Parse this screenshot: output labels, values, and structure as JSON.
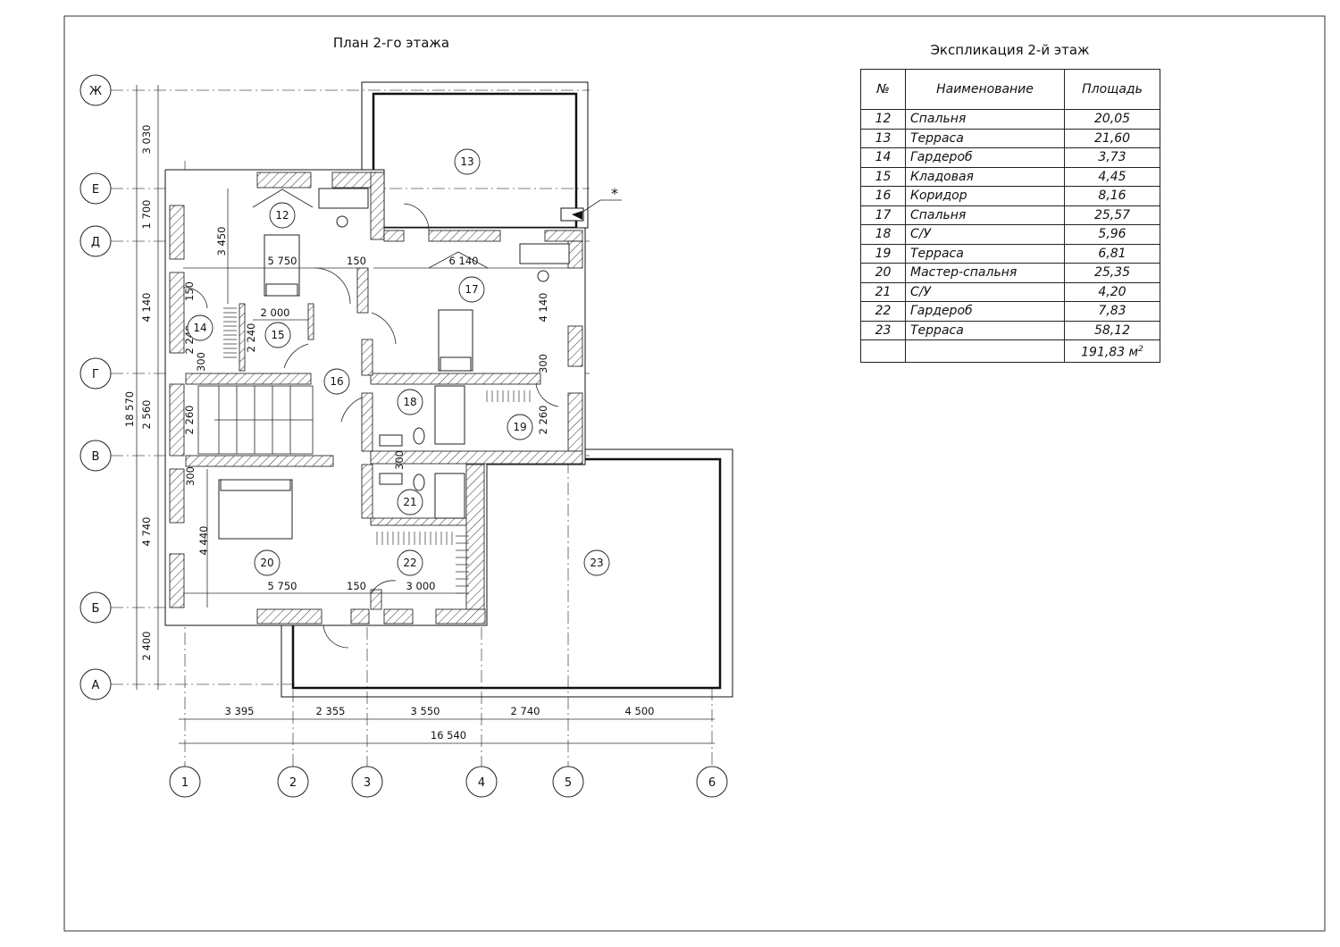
{
  "plan_title": "План 2-го этажа",
  "axes_letters": [
    "Ж",
    "Е",
    "Д",
    "Г",
    "В",
    "Б",
    "А"
  ],
  "axes_numbers": [
    "1",
    "2",
    "3",
    "4",
    "5",
    "6"
  ],
  "left_dims": [
    "3 030",
    "1 700",
    "4 140",
    "2 560",
    "4 740",
    "2 400"
  ],
  "left_total": "18 570",
  "bottom_dims": [
    "3 395",
    "2 355",
    "3 550",
    "2 740",
    "4 500"
  ],
  "bottom_total": "16 540",
  "rooms": [
    "12",
    "13",
    "14",
    "15",
    "16",
    "17",
    "18",
    "19",
    "20",
    "21",
    "22",
    "23"
  ],
  "inner_dims": {
    "d5750a": "5 750",
    "d150a": "150",
    "d6140": "6 140",
    "d3450": "3 450",
    "d4140": "4 140",
    "d2000": "2 000",
    "d2240a": "2 240",
    "d2240b": "2 240",
    "d150b": "150",
    "d300a": "300",
    "d300b": "300",
    "d2260a": "2 260",
    "d2260b": "2 260",
    "d300c": "300",
    "d300d": "300",
    "d4440": "4 440",
    "d5750b": "5 750",
    "d150c": "150",
    "d3000": "3 000"
  },
  "note_mark": "*",
  "explication": {
    "title": "Экспликация 2-й этаж",
    "headers": [
      "№",
      "Наименование",
      "Площадь"
    ],
    "rows": [
      [
        "12",
        "Спальня",
        "20,05"
      ],
      [
        "13",
        "Терраса",
        "21,60"
      ],
      [
        "14",
        "Гардероб",
        "3,73"
      ],
      [
        "15",
        "Кладовая",
        "4,45"
      ],
      [
        "16",
        "Коридор",
        "8,16"
      ],
      [
        "17",
        "Спальня",
        "25,57"
      ],
      [
        "18",
        "С/У",
        "5,96"
      ],
      [
        "19",
        "Терраса",
        "6,81"
      ],
      [
        "20",
        "Мастер-спальня",
        "25,35"
      ],
      [
        "21",
        "С/У",
        "4,20"
      ],
      [
        "22",
        "Гардероб",
        "7,83"
      ],
      [
        "23",
        "Терраса",
        "58,12"
      ]
    ],
    "total": "191,83 м",
    "total_sup": "2"
  }
}
